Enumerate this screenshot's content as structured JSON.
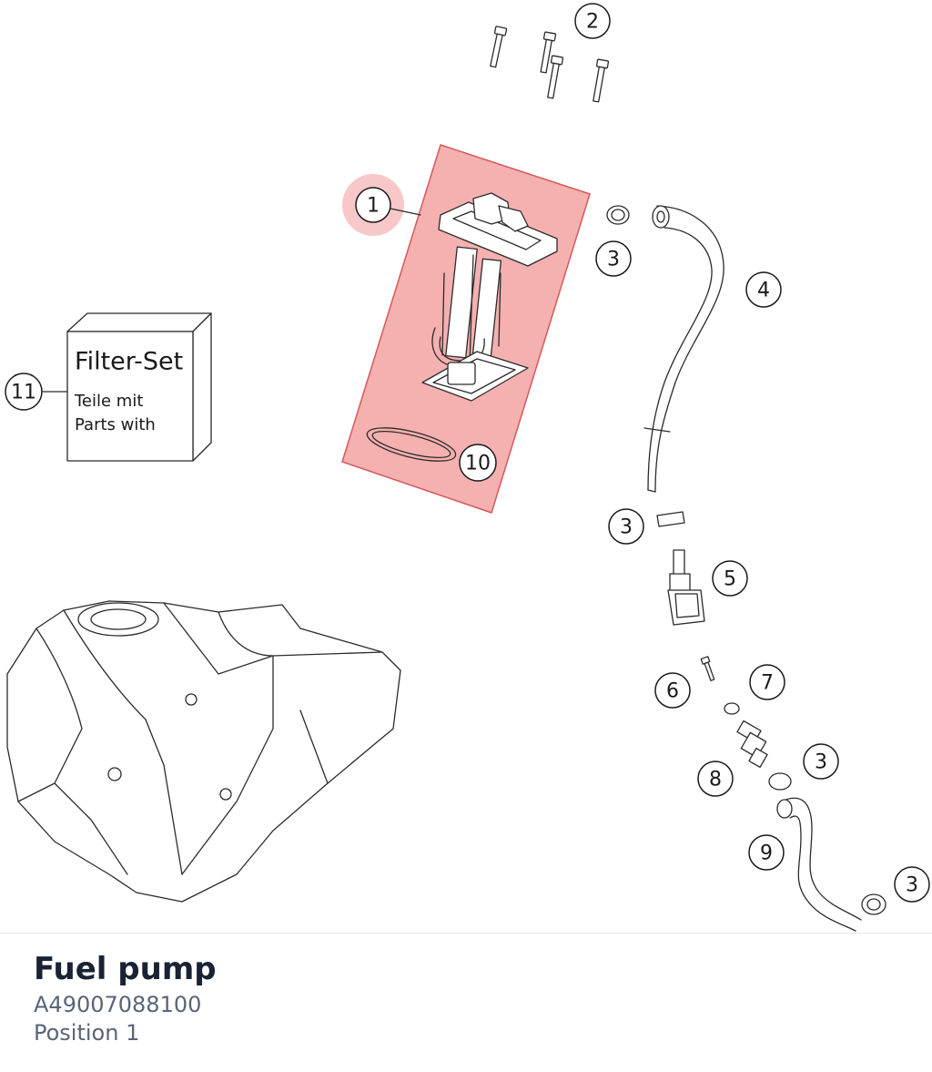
{
  "caption": {
    "title": "Fuel pump",
    "part_number": "A49007088100",
    "position_text": "Position 1"
  },
  "filter_box": {
    "title": "Filter-Set",
    "line1": "Teile mit",
    "line2": "Parts with"
  },
  "callouts": {
    "c1": "1",
    "c2": "2",
    "c3a": "3",
    "c3b": "3",
    "c3c": "3",
    "c3d": "3",
    "c4": "4",
    "c5": "5",
    "c6": "6",
    "c7": "7",
    "c8": "8",
    "c9": "9",
    "c10": "10",
    "c11": "11"
  },
  "highlight": {
    "selected_position": "1",
    "color": "#f08080"
  }
}
